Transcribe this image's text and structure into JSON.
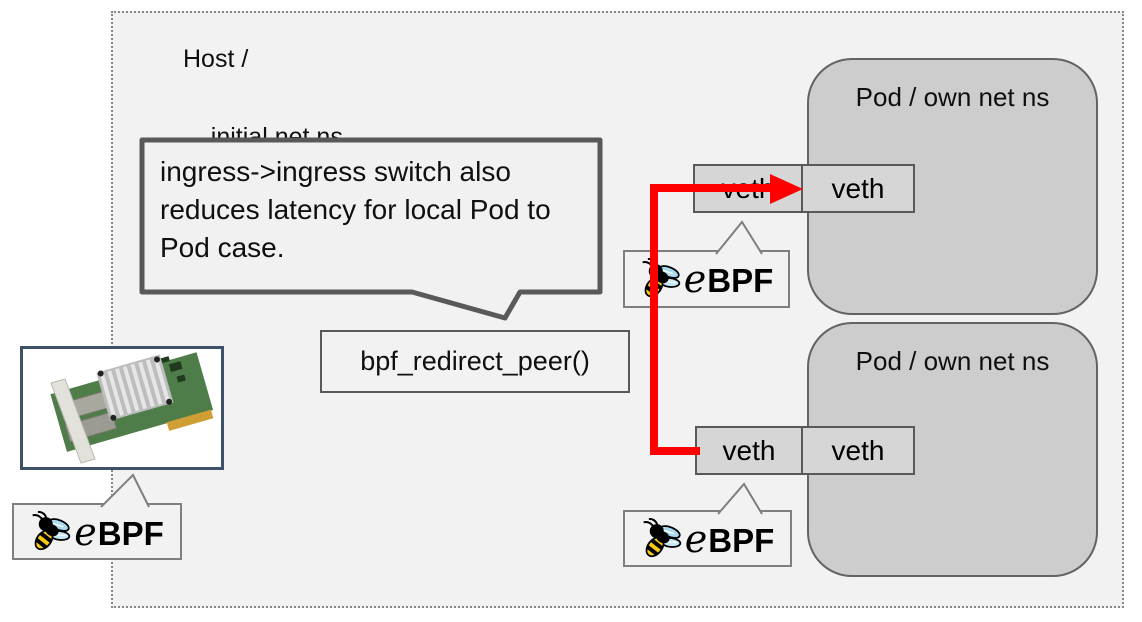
{
  "host": {
    "label_line1": "Host /",
    "label_line2": "initial net ns"
  },
  "note_bubble": {
    "text": "ingress->ingress switch also reduces latency for local Pod to Pod case."
  },
  "function_box": {
    "label": "bpf_redirect_peer()"
  },
  "pods": [
    {
      "label": "Pod / own net ns"
    },
    {
      "label": "Pod / own net ns"
    }
  ],
  "veth_pairs": [
    {
      "host_side": "veth",
      "pod_side": "veth"
    },
    {
      "host_side": "veth",
      "pod_side": "veth"
    }
  ],
  "ebpf_logo": {
    "script_e": "e",
    "bold": "BPF"
  },
  "icons": {
    "bee": "bee-icon",
    "nic": "network-card-photo"
  },
  "colors": {
    "arrow_red": "#ff0000",
    "host_fill": "#f2f2f2",
    "pod_fill": "#cdcdcd",
    "veth_fill": "#d6d6d6",
    "dark_border": "#595959",
    "callout_border": "#7f7f7f",
    "nic_border": "#3e5166"
  }
}
